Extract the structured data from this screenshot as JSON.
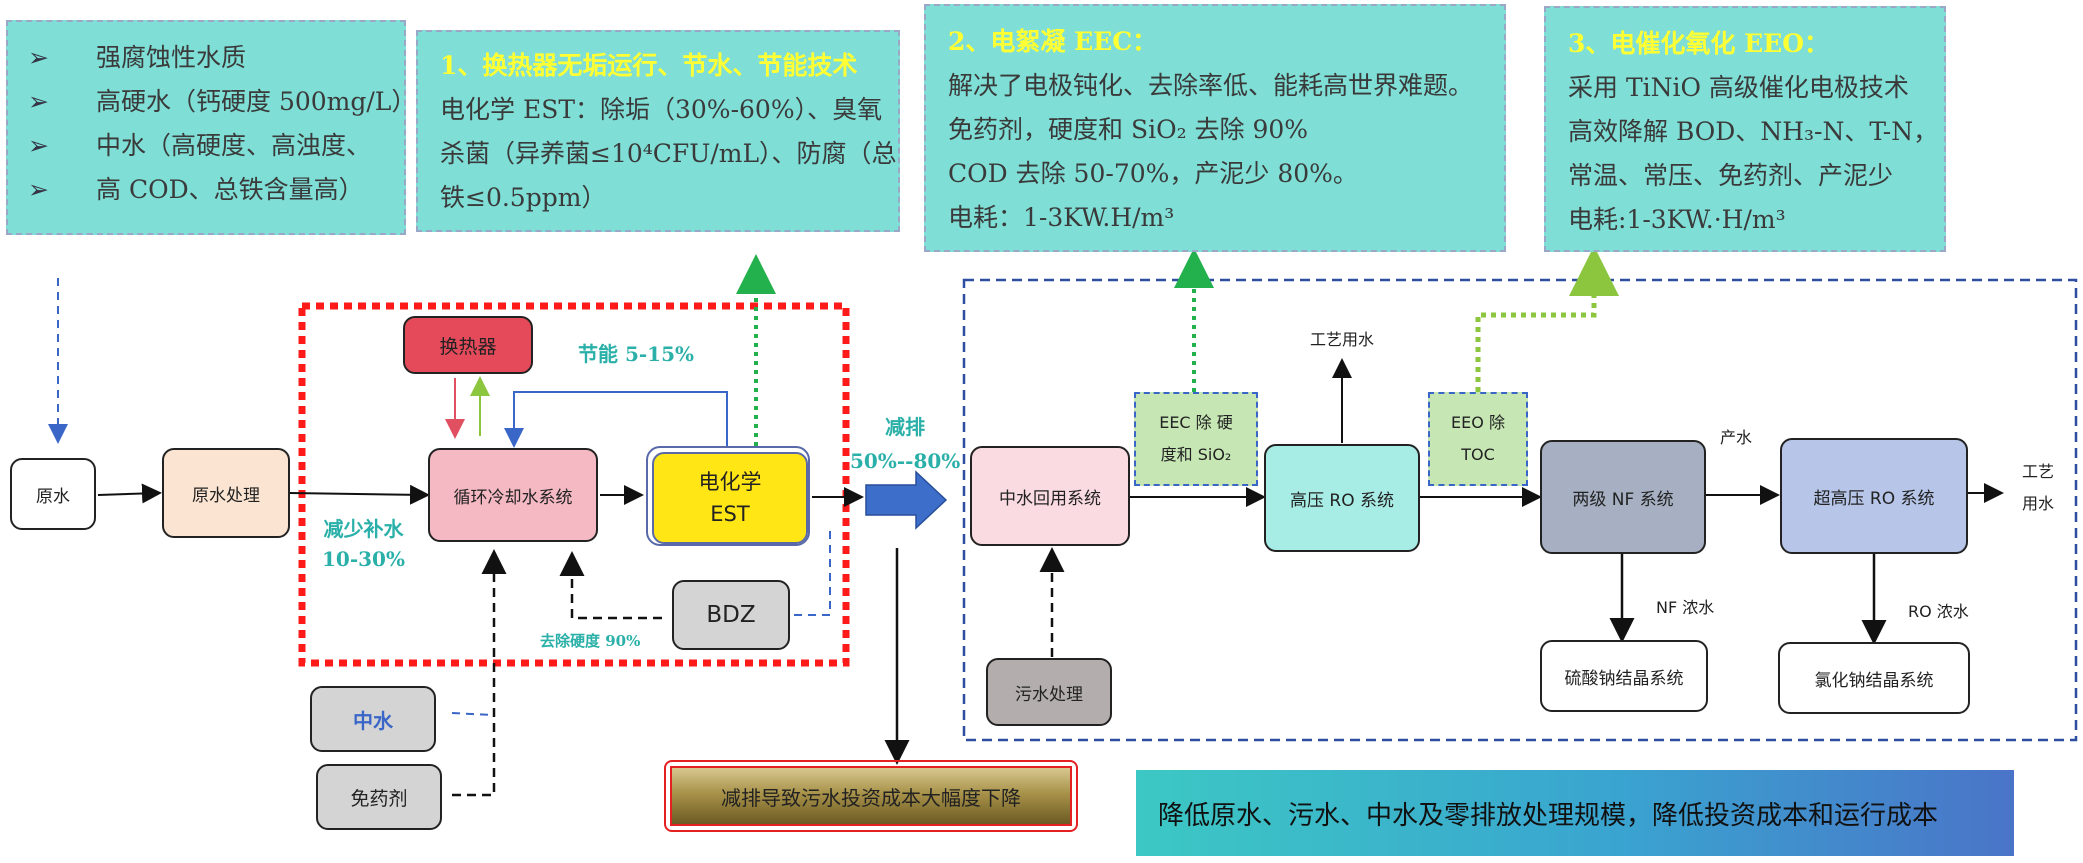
{
  "panel_bullets": {
    "items": [
      "强腐蚀性水质",
      "高硬水（钙硬度 500mg/L）",
      "中水（高硬度、高浊度、",
      "高 COD、总铁含量高）"
    ]
  },
  "panel1": {
    "title": "1、换热器无垢运行、节水、节能技术",
    "lines": [
      "电化学 EST：除垢（30%-60%）、臭氧",
      "杀菌（异养菌≤10⁴CFU/mL）、防腐（总",
      "铁≤0.5ppm）"
    ]
  },
  "panel2": {
    "title": "2、电絮凝 EEC：",
    "lines": [
      "解决了电极钝化、去除率低、能耗高世界难题。",
      "免药剂，硬度和 SiO₂ 去除 90%",
      "COD 去除 50-70%，产泥少 80%。",
      "电耗：1-3KW.H/m³"
    ]
  },
  "panel3": {
    "title": "3、电催化氧化 EEO：",
    "lines": [
      "采用 TiNiO 高级催化电极技术",
      "高效降解 BOD、NH₃-N、T-N，",
      "常温、常压、免药剂、产泥少",
      "电耗:1-3KW.·H/m³"
    ]
  },
  "nodes": {
    "raw_water": "原水",
    "raw_treatment": "原水处理",
    "heat_exchanger": "换热器",
    "circ_cooling": "循环冷却水系统",
    "est_line1": "电化学",
    "est_line2": "EST",
    "bdz": "BDZ",
    "reclaimed": "中水",
    "chem_free": "免药剂",
    "reuse": "中水回用系统",
    "sewage": "污水处理",
    "eec_line1": "EEC 除 硬",
    "eec_line2": "度和 SiO₂",
    "high_ro": "高压 RO 系统",
    "eeo_line1": "EEO 除",
    "eeo_line2": "TOC",
    "nf2": "两级 NF 系统",
    "uhro": "超高压 RO 系统",
    "sodium_sulfate": "硫酸钠结晶系统",
    "sodium_chloride": "氯化钠结晶系统"
  },
  "labels": {
    "energy_saving": "节能 5-15%",
    "reduce_makeup_1": "减少补水",
    "reduce_makeup_2": "10-30%",
    "hardness_removal": "去除硬度 90%",
    "reduce_emission_1": "减排",
    "reduce_emission_2": "50%--80%",
    "process_water_top": "工艺用水",
    "product_water": "产水",
    "process_water_right_1": "工艺",
    "process_water_right_2": "用水",
    "nf_concentrate": "NF 浓水",
    "ro_concentrate": "RO 浓水"
  },
  "banners": {
    "cost_down": "减排导致污水投资成本大幅度下降",
    "bottom": "降低原水、污水、中水及零排放处理规模，降低投资成本和运行成本"
  },
  "colors": {
    "panel_bg": "#7fded6",
    "panel_title": "#ffff33",
    "teal_text": "#2ab0a8",
    "red_dash": "#ff1a1a",
    "blue_dash": "#2e4ea0",
    "green_dot": "#22b14c"
  }
}
